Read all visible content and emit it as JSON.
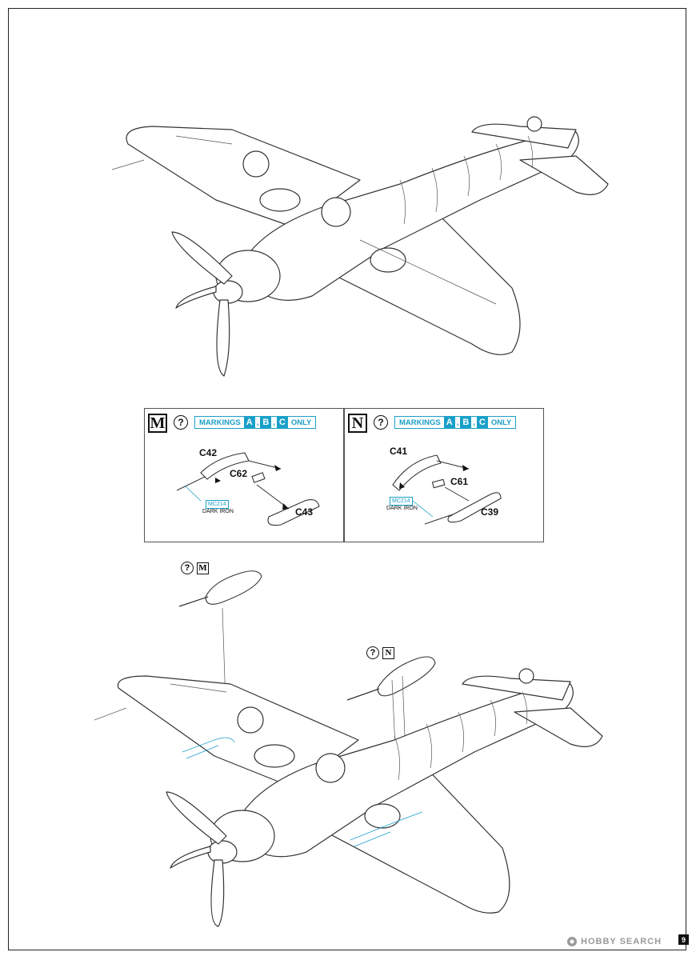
{
  "panels": {
    "m": {
      "step": "M",
      "help_symbol": "?",
      "markings": {
        "prefix": "MARKINGS",
        "letters": [
          "A",
          "B",
          "C"
        ],
        "sep": ",",
        "suffix": "ONLY"
      },
      "parts": [
        "C42",
        "C62",
        "C43"
      ],
      "paint": {
        "code": "MC214",
        "name": "DARK IRON"
      }
    },
    "n": {
      "step": "N",
      "help_symbol": "?",
      "markings": {
        "prefix": "MARKINGS",
        "letters": [
          "A",
          "B",
          "C"
        ],
        "sep": ",",
        "suffix": "ONLY"
      },
      "parts": [
        "C41",
        "C61",
        "C39"
      ],
      "paint": {
        "code": "MC214",
        "name": "DARK IRON"
      }
    }
  },
  "callouts": {
    "m": {
      "help_symbol": "?",
      "step": "M"
    },
    "n": {
      "help_symbol": "?",
      "step": "N"
    }
  },
  "footer": {
    "watermark": "HOBBY SEARCH",
    "page_number": "9"
  },
  "colors": {
    "accent_blue": "#1aa0c8",
    "line": "#222222"
  }
}
